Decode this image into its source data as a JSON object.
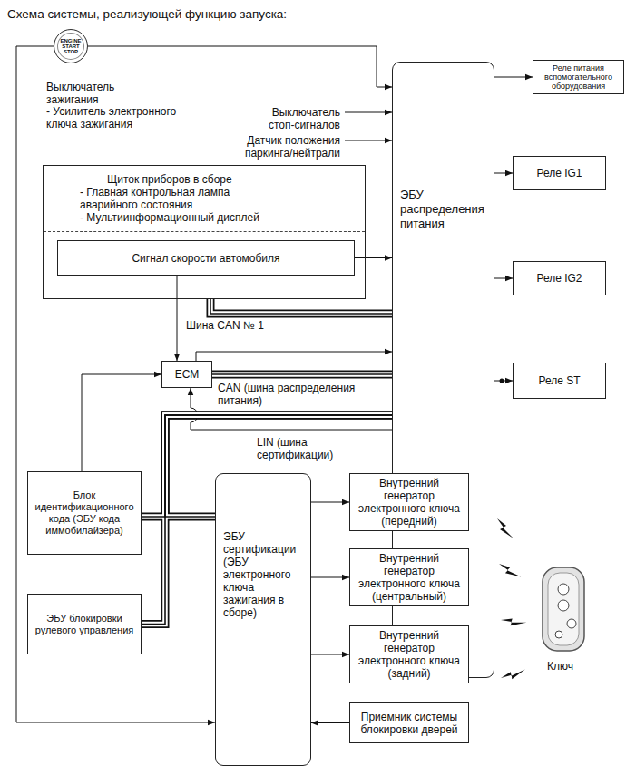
{
  "diagram": {
    "title": "Схема системы, реализующей функцию запуска:",
    "nodes": [
      {
        "text": [
          "ENGINE START STOP",
          "Выключатель зажигания",
          "- Усилитель электронного ключа зажигания"
        ]
      },
      {
        "text": [
          "ЭБУ распределения питания"
        ]
      },
      {
        "text": [
          "Реле питания вспомогательного оборудования"
        ]
      },
      {
        "text": [
          "Реле IG1"
        ]
      },
      {
        "text": [
          "Реле IG2"
        ]
      },
      {
        "text": [
          "Реле ST"
        ]
      },
      {
        "text": [
          "Щиток приборов в сборе",
          "- Главная контрольная лампа аварийного состояния",
          "- Мультиинформационный дисплей"
        ]
      },
      {
        "text": [
          "Сигнал скорости автомобиля"
        ],
        "in": 6
      },
      {
        "text": [
          "ECM"
        ]
      },
      {
        "text": [
          "Блок идентификационного кода (ЭБУ кода иммобилайзера)"
        ]
      },
      {
        "text": [
          "ЭБУ блокировки рулевого управления"
        ]
      },
      {
        "text": [
          "ЭБУ сертификации (ЭБУ электронного ключа зажигания в сборе)"
        ]
      },
      {
        "text": [
          "Внутренний генератор электронного ключа (передний)"
        ]
      },
      {
        "text": [
          "Внутренний генератор электронного ключа (центральный)"
        ]
      },
      {
        "text": [
          "Внутренний генератор электронного ключа (задний)"
        ]
      },
      {
        "text": [
          "Приемник системы блокировки дверей"
        ]
      }
    ],
    "edges": [
      {
        "from": 0,
        "to": 1,
        "arrow": "to"
      },
      {
        "from": 0,
        "to": 11,
        "arrow": "to"
      },
      {
        "from": 1,
        "to": 2,
        "arrow": "to"
      },
      {
        "from": 1,
        "to": 3,
        "arrow": "to"
      },
      {
        "from": 1,
        "to": 4,
        "arrow": "to"
      },
      {
        "from": 1,
        "to": 5,
        "arrow": "to"
      },
      {
        "from": 7,
        "to": 1,
        "arrow": "to"
      },
      {
        "from": 7,
        "to": 8,
        "arrow": "to"
      },
      {
        "from": 6,
        "to": 1,
        "arrow": "none"
      },
      {
        "from": 8,
        "to": 1,
        "arrow": "to"
      },
      {
        "from": 8,
        "to": 1,
        "arrow": "none"
      },
      {
        "from": 1,
        "to": 8,
        "arrow": "to"
      },
      {
        "from": 9,
        "to": 8,
        "arrow": "to"
      },
      {
        "from": 1,
        "to": 9,
        "arrow": "none"
      },
      {
        "from": 1,
        "to": 11,
        "arrow": "none"
      },
      {
        "from": 1,
        "to": 10,
        "arrow": "none"
      },
      {
        "from": 11,
        "to": 12,
        "arrow": "to"
      },
      {
        "from": 11,
        "to": 13,
        "arrow": "to"
      },
      {
        "from": 11,
        "to": 14,
        "arrow": "to"
      },
      {
        "from": 15,
        "to": 11,
        "arrow": "to"
      }
    ],
    "labels": [
      "Выключатель стоп-сигналов",
      "Датчик положения паркинга/нейтрали",
      "Шина CAN № 1",
      "CAN (шина распределения питания)",
      "LIN (шина сертификации)",
      "Ключ"
    ]
  }
}
